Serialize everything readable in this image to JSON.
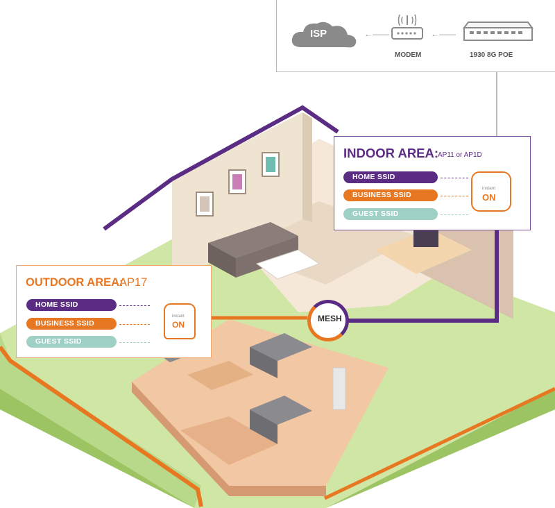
{
  "network_chain": {
    "isp": {
      "label": "ISP",
      "icon": "cloud-icon"
    },
    "modem": {
      "label": "MODEM",
      "icon": "modem-icon"
    },
    "switch": {
      "label": "1930 8G POE",
      "icon": "switch-icon"
    }
  },
  "indoor": {
    "title": "INDOOR AREA:",
    "model": "AP11 or AP1D",
    "ssids": [
      "HOME SSID",
      "BUSINESS SSID",
      "GUEST SSID"
    ],
    "device_brand": "instant",
    "device_logo": "ON"
  },
  "outdoor": {
    "title": "OUTDOOR AREA:",
    "model": "AP17",
    "ssids": [
      "HOME SSID",
      "BUSINESS SSID",
      "GUEST SSID"
    ],
    "device_brand": "instant",
    "device_logo": "ON"
  },
  "mesh_label": "MESH",
  "colors": {
    "home": "#5b2c83",
    "business": "#e87722",
    "guest": "#9fd0c6",
    "purple": "#5b2c83",
    "orange": "#e87722",
    "grass": "#b6d67a",
    "cloud": "#8a8a8a"
  }
}
